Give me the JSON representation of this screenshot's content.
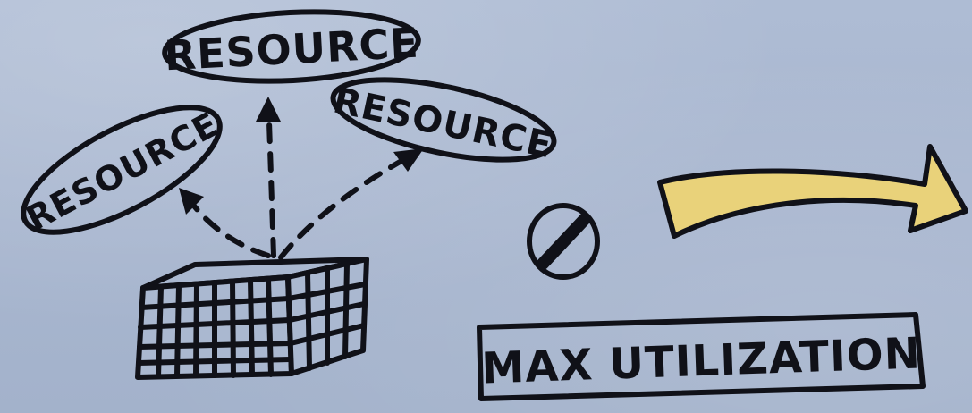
{
  "labels": {
    "resource_top": "RESOURCE",
    "resource_right": "RESOURCE",
    "resource_left": "RESOURCE",
    "max_utilization": "MAX UTILIZATION"
  },
  "icons": {
    "server_block": "grid-block-icon",
    "no_symbol": "prohibited-icon",
    "arrow": "curved-arrow-icon"
  },
  "colors": {
    "ink": "#101118",
    "arrow_fill": "#e9d27a",
    "paper": "#a9b7cf"
  }
}
